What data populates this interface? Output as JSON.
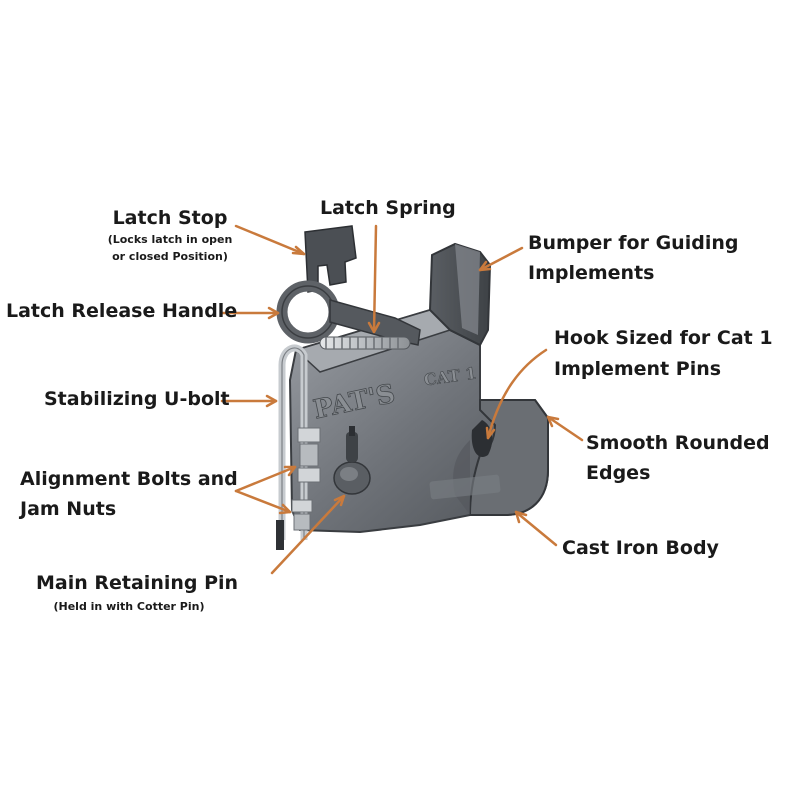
{
  "accent_color": "#c97a3c",
  "body_color": "#6d7177",
  "labels": {
    "latch_stop": "Latch Stop",
    "latch_stop_note_1": "(Locks latch in open",
    "latch_stop_note_2": "or closed Position)",
    "latch_spring": "Latch Spring",
    "bumper_1": "Bumper for Guiding",
    "bumper_2": "Implements",
    "latch_release": "Latch Release Handle",
    "hook_1": "Hook Sized for Cat 1",
    "hook_2": "Implement Pins",
    "ubolt": "Stabilizing U-bolt",
    "smooth_1": "Smooth Rounded",
    "smooth_2": "Edges",
    "align_1": "Alignment Bolts and",
    "align_2": "Jam Nuts",
    "cast_iron": "Cast Iron Body",
    "main_pin": "Main Retaining Pin",
    "main_pin_note": "(Held in with Cotter Pin)"
  },
  "casting_marks": {
    "brand": "PAT'S",
    "category": "CAT 1"
  }
}
